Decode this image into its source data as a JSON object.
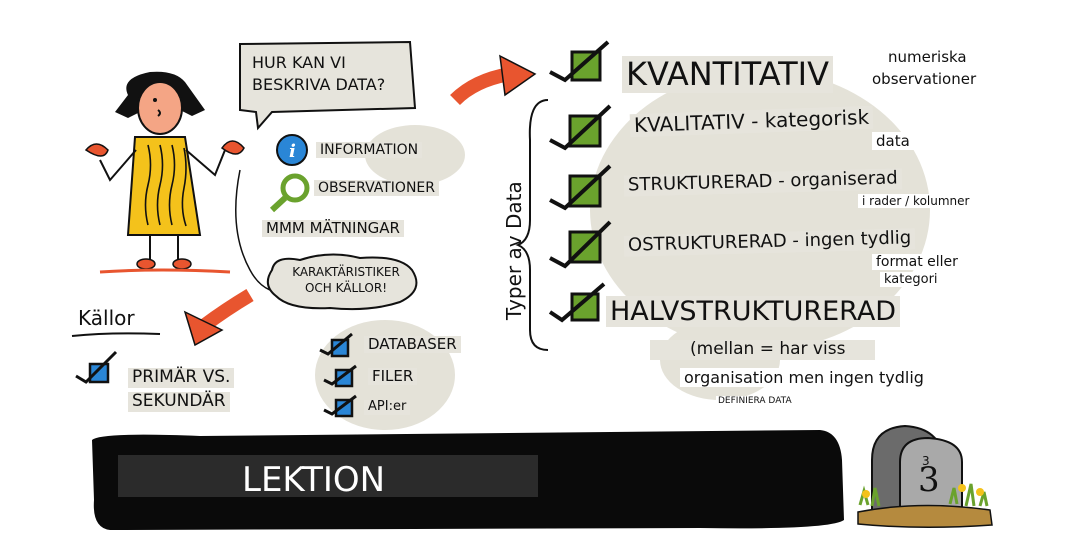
{
  "speech": {
    "line1": "HUR KAN VI",
    "line2": "BESKRIVA DATA?"
  },
  "left_items": {
    "information": "INFORMATION",
    "observationer": "OBSERVATIONER",
    "matningar": "MMM MÄTNINGAR"
  },
  "karakteristiker": {
    "line1": "KARAKTÄRISTIKER",
    "line2": "OCH KÄLLOR!"
  },
  "kallor": {
    "title": "Källor",
    "primar_line1": "PRIMÄR VS.",
    "primar_line2": "SEKUNDÄR"
  },
  "sources": [
    "DATABASER",
    "FILER",
    "API:er"
  ],
  "types_label": "Typer av Data",
  "types": {
    "kvantitativ": {
      "title": "KVANTITATIV",
      "note1": "numeriska",
      "note2": "observationer"
    },
    "kvalitativ": {
      "title": "KVALITATIV - kategorisk",
      "note1": "data"
    },
    "strukturerad": {
      "title": "STRUKTURERAD - organiserad",
      "note1": "i rader / kolumner"
    },
    "ostrukturerad": {
      "title": "OSTRUKTURERAD - ingen tydlig",
      "note1": "format eller",
      "note2": "kategori"
    },
    "halvstrukturerad": {
      "title": "HALVSTRUKTURERAD",
      "note1": "(mellan = har viss",
      "note2": "organisation men ingen tydlig",
      "note3": "DEFINIERA DATA"
    }
  },
  "banner": {
    "label": "LEKTION",
    "number": "3"
  },
  "colors": {
    "green": "#6aa22d",
    "orange": "#e8552f",
    "blue": "#2a86d6",
    "yellow": "#f4c21b",
    "black": "#0a0a0a",
    "highlight": "#e6e4dc"
  }
}
